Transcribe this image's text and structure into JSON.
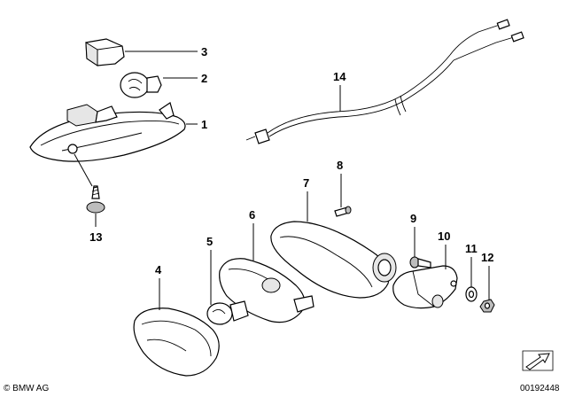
{
  "callouts": [
    "1",
    "2",
    "3",
    "4",
    "5",
    "6",
    "7",
    "8",
    "9",
    "10",
    "11",
    "12",
    "13",
    "14"
  ],
  "footer": {
    "copyright": "© BMW AG",
    "doc_number": "00192448"
  },
  "icons": {
    "copyright": "copyright-icon",
    "orientation": "orientation-arrow-icon"
  }
}
